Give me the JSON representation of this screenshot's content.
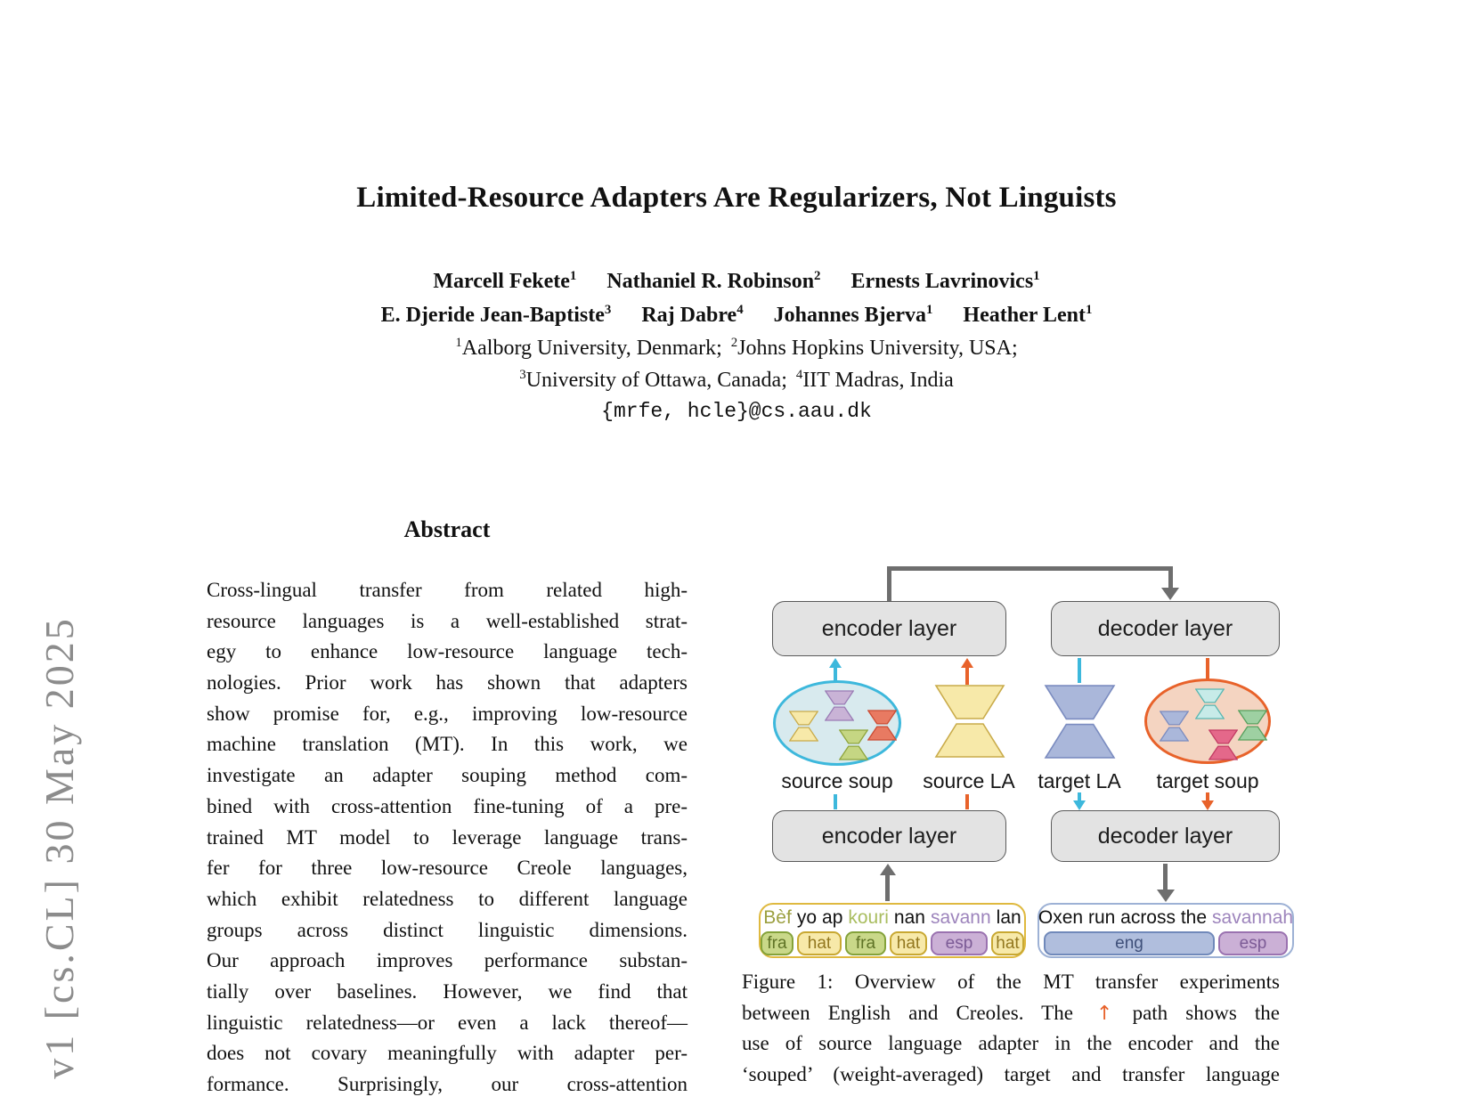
{
  "title": "Limited-Resource Adapters Are Regularizers, Not Linguists",
  "arxiv_stamp": "v1 [cs.CL] 30 May 2025",
  "authors": {
    "line1": [
      {
        "name": "Marcell Fekete",
        "sup": "1"
      },
      {
        "name": "Nathaniel R. Robinson",
        "sup": "2"
      },
      {
        "name": "Ernests Lavrinovics",
        "sup": "1"
      }
    ],
    "line2": [
      {
        "name": "E. Djeride Jean-Baptiste",
        "sup": "3"
      },
      {
        "name": "Raj Dabre",
        "sup": "4"
      },
      {
        "name": "Johannes Bjerva",
        "sup": "1"
      },
      {
        "name": "Heather Lent",
        "sup": "1"
      }
    ]
  },
  "affiliations": {
    "line1": [
      {
        "sup": "1",
        "text": "Aalborg University, Denmark;"
      },
      {
        "sup": "2",
        "text": "Johns Hopkins University, USA;"
      }
    ],
    "line2": [
      {
        "sup": "3",
        "text": "University of Ottawa, Canada;"
      },
      {
        "sup": "4",
        "text": "IIT Madras, India"
      }
    ]
  },
  "email": "{mrfe, hcle}@cs.aau.dk",
  "abstract": {
    "heading": "Abstract",
    "lines": [
      "Cross-lingual transfer from related high-",
      "resource languages is a well-established strat-",
      "egy to enhance low-resource language tech-",
      "nologies. Prior work has shown that adapters",
      "show promise for, e.g., improving low-resource",
      "machine translation (MT). In this work, we",
      "investigate an adapter souping method com-",
      "bined with cross-attention fine-tuning of a pre-",
      "trained MT model to leverage language trans-",
      "fer for three low-resource Creole languages,",
      "which exhibit relatedness to different language",
      "groups across distinct linguistic dimensions.",
      "Our approach improves performance substan-",
      "tially over baselines. However, we find that",
      "linguistic relatedness—or even a lack thereof—",
      "does not covary meaningfully with adapter per-",
      "formance. Surprisingly, our cross-attention"
    ]
  },
  "figure": {
    "encoder_label": "encoder layer",
    "decoder_label": "decoder layer",
    "labels": {
      "source_soup": "source soup",
      "source_la": "source LA",
      "target_la": "target LA",
      "target_soup": "target soup"
    },
    "source_sentence": {
      "tokens": [
        {
          "text": "Bèf"
        },
        {
          "text": "yo"
        },
        {
          "text": "ap"
        },
        {
          "text": "kouri"
        },
        {
          "text": "nan"
        },
        {
          "text": "savann"
        },
        {
          "text": "lan"
        }
      ],
      "tags": [
        {
          "label": "fra"
        },
        {
          "label": "hat"
        },
        {
          "label": "fra"
        },
        {
          "label": "hat"
        },
        {
          "label": "esp"
        },
        {
          "label": "hat"
        }
      ]
    },
    "target_sentence": {
      "prefix": "Oxen run across the",
      "highlight": "savannah",
      "tags": [
        {
          "label": "eng"
        },
        {
          "label": "esp"
        }
      ]
    }
  },
  "caption": {
    "line1": "Figure 1: Overview of the MT transfer experiments",
    "line2_pre": "between English and Creoles. The",
    "line2_arrow": "↑",
    "line2_post": "path shows the",
    "line3": "use of source language adapter in the encoder and the",
    "line4": "‘souped’ (weight-averaged) target and transfer language"
  },
  "colors": {
    "cyan": "#3db8dc",
    "orange": "#e8622a",
    "grayArrow": "#6e6e6e",
    "boxFill": "#e3e3e3",
    "boxBorder": "#5a5a5a",
    "arxivGray": "#8c8c8c",
    "soupSrcFill": "#d8eaee",
    "soupTgtFill": "#f4d4c1",
    "yellowFill": "#f7e9a9",
    "yellowBorder": "#c9ab4a",
    "purpleFill": "#c9b3d6",
    "purpleBorder": "#9a7cb5",
    "greenFill": "#c5d683",
    "greenBorder": "#8fa53c",
    "redFill": "#e87a62",
    "redBorder": "#cc4b33",
    "blueFill": "#aab7da",
    "blueBorder": "#7b8cc0",
    "cyanAdFill": "#c7ebe8",
    "cyanAdBorder": "#59b7b2",
    "green2Fill": "#9ed0a2",
    "green2Border": "#57a05e",
    "pinkFill": "#e4688a",
    "pinkBorder": "#c23b63",
    "fraFill": "#c9d889",
    "fraBorder": "#84a23a",
    "fraText": "#5f7326",
    "hatFill": "#f7e9a9",
    "hatBorder": "#c8a832",
    "hatText": "#93781f",
    "espFill": "#cbb0d6",
    "espBorder": "#9a72b0",
    "espText": "#7c5b96",
    "engFill": "#b0bedd",
    "engBorder": "#7089ba",
    "engText": "#3f507a",
    "wordBef": "#9ca041",
    "wordKouri": "#a9bd5f",
    "wordSavann": "#9d84bc",
    "sentBoxSrcBorder": "#dfb93f",
    "sentBoxTgtBorder": "#9db1d5"
  }
}
